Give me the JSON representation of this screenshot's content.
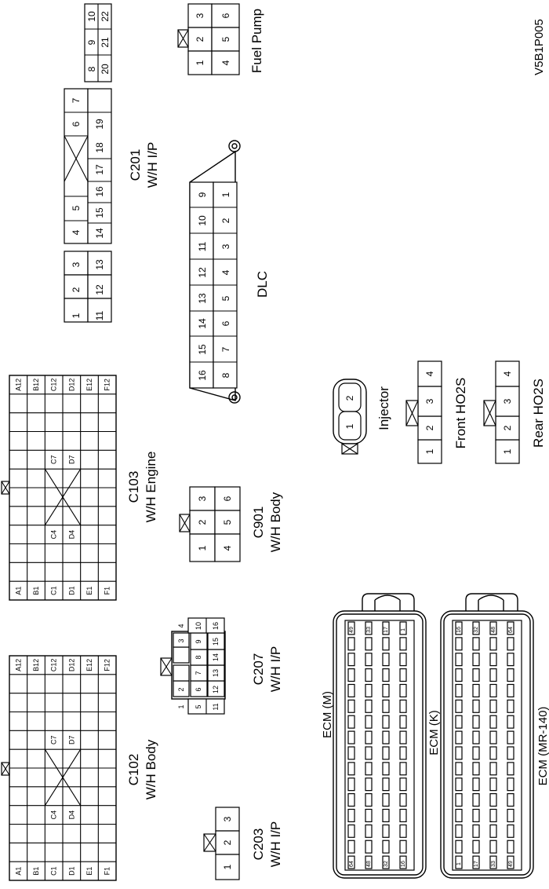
{
  "figure_code": "V5B1P005",
  "fuel_pump": {
    "label": "Fuel Pump",
    "pins": [
      "1",
      "2",
      "3",
      "4",
      "5",
      "6"
    ]
  },
  "c201": {
    "label": "C201",
    "sub": "W/H I/P",
    "top": [
      "1",
      "2",
      "3",
      "4",
      "5",
      "6",
      "7",
      "8",
      "9",
      "10"
    ],
    "bottom": [
      "11",
      "12",
      "13",
      "14",
      "15",
      "16",
      "17",
      "18",
      "19",
      "20",
      "21",
      "22"
    ]
  },
  "dlc": {
    "label": "DLC",
    "top": [
      "16",
      "15",
      "14",
      "13",
      "12",
      "11",
      "10",
      "9"
    ],
    "bottom": [
      "8",
      "7",
      "6",
      "5",
      "4",
      "3",
      "2",
      "1"
    ]
  },
  "c103": {
    "label": "C103",
    "sub": "W/H Engine",
    "left_pins": [
      "A1",
      "B1",
      "C1",
      "D1",
      "E1",
      "F1"
    ],
    "right_pins": [
      "A12",
      "B12",
      "C12",
      "D12",
      "E12",
      "F12"
    ],
    "mid_pins": [
      "C4",
      "D4",
      "C7",
      "D7"
    ]
  },
  "c102": {
    "label": "C102",
    "sub": "W/H Body",
    "left_pins": [
      "A1",
      "B1",
      "C1",
      "D1",
      "E1",
      "F1"
    ],
    "right_pins": [
      "A12",
      "B12",
      "C12",
      "D12",
      "E12",
      "F12"
    ],
    "mid_pins": [
      "C4",
      "D4",
      "C7",
      "D7"
    ]
  },
  "c901": {
    "label": "C901",
    "sub": "W/H Body",
    "pins": [
      "1",
      "2",
      "3",
      "4",
      "5",
      "6"
    ]
  },
  "c207": {
    "label": "C207",
    "sub": "W/H I/P",
    "row1": [
      "1",
      "2",
      "",
      "3",
      "4"
    ],
    "row2": [
      "5",
      "6",
      "7",
      "8",
      "9",
      "10"
    ],
    "row3": [
      "11",
      "12",
      "13",
      "14",
      "15",
      "16"
    ]
  },
  "c203": {
    "label": "C203",
    "sub": "W/H I/P",
    "pins": [
      "1",
      "2",
      "3"
    ]
  },
  "injector": {
    "label": "Injector",
    "pins": [
      "1",
      "2"
    ]
  },
  "front_ho2s": {
    "label": "Front HO2S",
    "pins": [
      "1",
      "2",
      "3",
      "4"
    ]
  },
  "rear_ho2s": {
    "label": "Rear HO2S",
    "pins": [
      "1",
      "2",
      "3",
      "4"
    ]
  },
  "ecm_m": {
    "label": "ECM (M)",
    "top_pins": [
      "49",
      "33",
      "17",
      "1"
    ],
    "bottom_pins": [
      "64",
      "48",
      "32",
      "16"
    ]
  },
  "ecm_k": {
    "label": "ECM (K)",
    "top_pins": [
      "16",
      "32",
      "48",
      "64"
    ],
    "bottom_pins": [
      "1",
      "17",
      "33",
      "49"
    ]
  },
  "ecm_caption": "ECM (MR-140)"
}
